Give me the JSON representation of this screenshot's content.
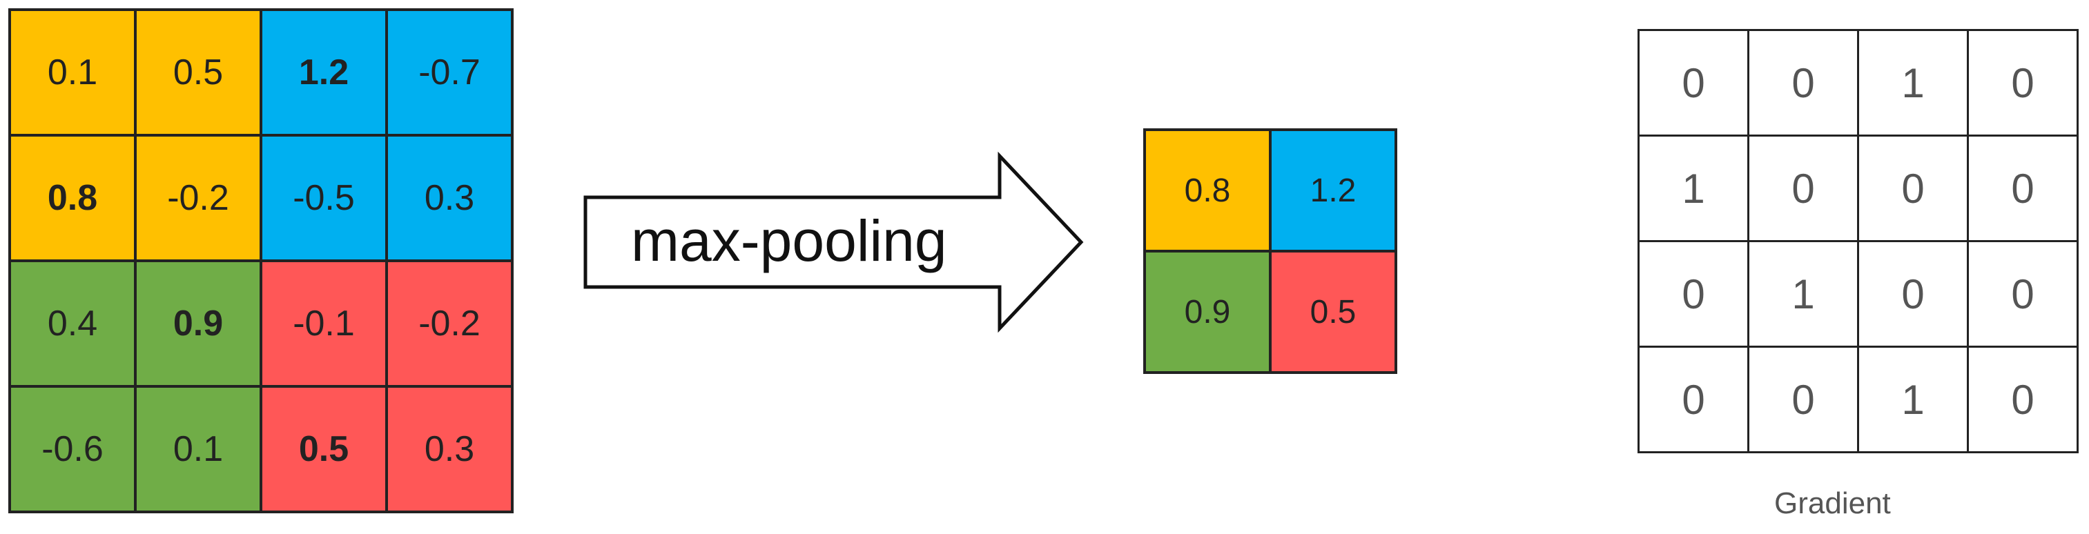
{
  "input_grid": {
    "rows": [
      [
        "0.1",
        "0.5",
        "1.2",
        "-0.7"
      ],
      [
        "0.8",
        "-0.2",
        "-0.5",
        "0.3"
      ],
      [
        "0.4",
        "0.9",
        "-0.1",
        "-0.2"
      ],
      [
        "-0.6",
        "0.1",
        "0.5",
        "0.3"
      ]
    ]
  },
  "arrow": {
    "label": "max-pooling"
  },
  "output_grid": {
    "rows": [
      [
        "0.8",
        "1.2"
      ],
      [
        "0.9",
        "0.5"
      ]
    ]
  },
  "gradient_grid": {
    "rows": [
      [
        "0",
        "0",
        "1",
        "0"
      ],
      [
        "1",
        "0",
        "0",
        "0"
      ],
      [
        "0",
        "1",
        "0",
        "0"
      ],
      [
        "0",
        "0",
        "1",
        "0"
      ]
    ],
    "caption": "Gradient"
  },
  "colors": {
    "yellow": "#FFC000",
    "blue": "#00B0F0",
    "green": "#70AD47",
    "red": "#FF5757"
  }
}
